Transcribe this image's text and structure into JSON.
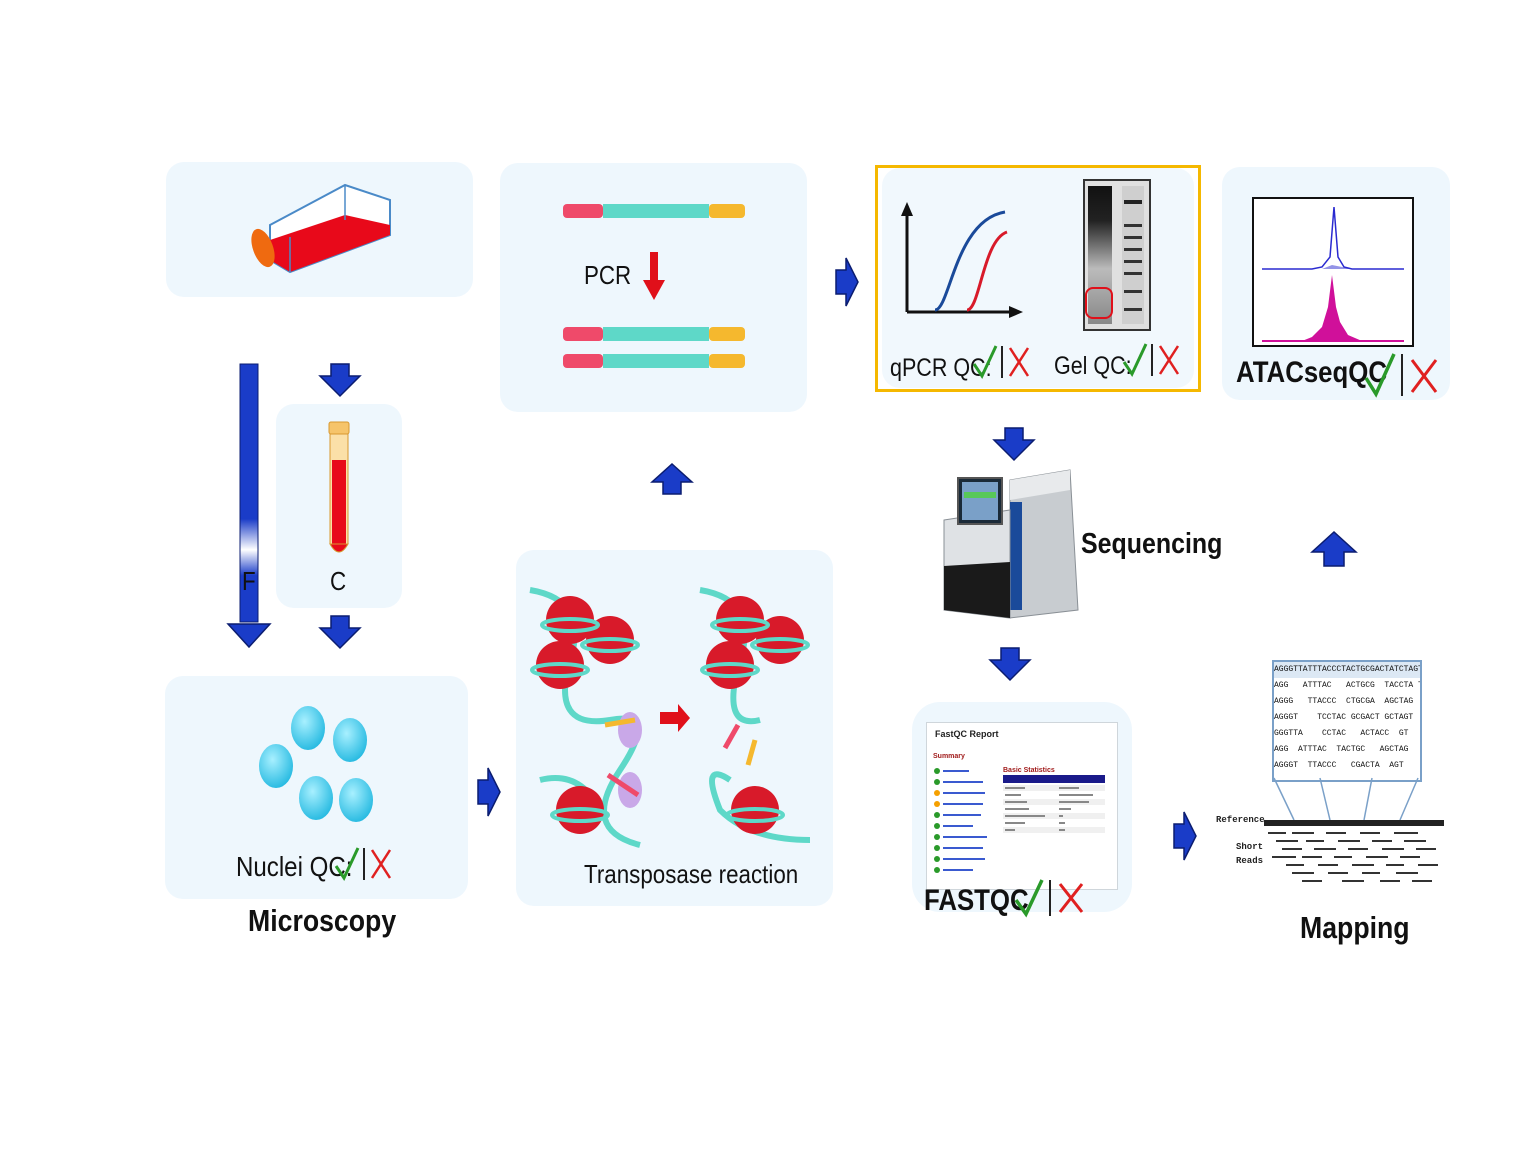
{
  "labels": {
    "pcr": "PCR",
    "f": "F",
    "c": "C",
    "nuclei_qc": "Nuclei QC:",
    "microscopy": "Microscopy",
    "transposase": "Transposase reaction",
    "qpcr_qc": "qPCR QC:",
    "gel_qc": "Gel QC:",
    "atacseqqc": "ATACseqQC",
    "sequencing": "Sequencing",
    "fastqc": "FASTQC",
    "mapping": "Mapping"
  },
  "fastqc_report": {
    "title": "FastQC Report",
    "summary": "Summary",
    "stats": "Basic Statistics"
  },
  "mapping_panel": {
    "reference": "Reference",
    "short": "Short",
    "reads": "Reads",
    "sequence_rows": [
      "AGGGTTATTTACCCTACTGCGACTATCTAGT",
      "AGG   ATTTAC   ACTGCG  TACCTA T",
      "AGGG   TTACCC  CTGCGA  AGCTAG",
      "AGGGT    TCCTAC GCGACT GCTAGT",
      "GGGTTA    CCTAC   ACTACC  GT",
      "AGG  ATTTAC  TACTGC   AGCTAG",
      "AGGGT  TTACCC   CGACTA  AGT"
    ]
  },
  "colors": {
    "panel": "#eef7fd",
    "arrow_blue": "#1a3cc8",
    "check": "#2a9a2a",
    "cross": "#e02020",
    "highlight": "#f5b800",
    "dna_teal": "#5ed8c8",
    "dna_pink": "#ef4a6a",
    "dna_yellow": "#f5b82e"
  }
}
